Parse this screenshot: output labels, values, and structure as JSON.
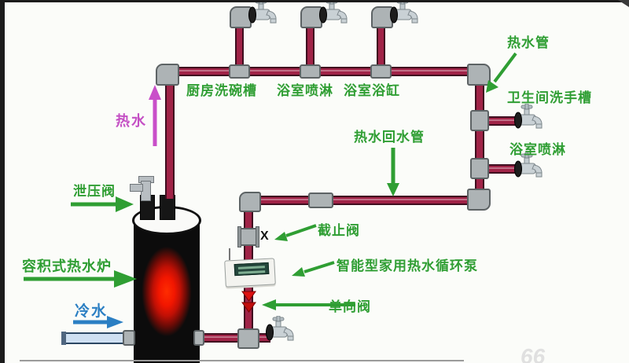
{
  "frame": {
    "watermark": "66"
  },
  "colors": {
    "pipe_hot": "#a02347",
    "pipe_cold": "#cfe0f2",
    "fitting_grey": "#adb3b5",
    "label_green": "#2f9e33",
    "label_magenta": "#c44fc4",
    "label_blue": "#2b7fc3",
    "heater_black": "#0c0c0c",
    "glow_red": "#ff2d00",
    "check_valve_red": "#dd1111"
  },
  "labels": {
    "hot_water_pipe": "热水管",
    "kitchen_sink": "厨房洗碗槽",
    "bath_shower_top": "浴室喷淋",
    "bath_tub": "浴室浴缸",
    "washbasin": "卫生间洗手槽",
    "bath_shower_right": "浴室喷淋",
    "hot_return_pipe": "热水回水管",
    "stop_valve": "截止阀",
    "stop_valve_mark": "X",
    "circulation_pump": "智能型家用热水循环泵",
    "check_valve": "单向阀",
    "hot_water": "热水",
    "relief_valve": "泄压阀",
    "storage_heater": "容积式热水炉",
    "cold_water": "冷水"
  }
}
